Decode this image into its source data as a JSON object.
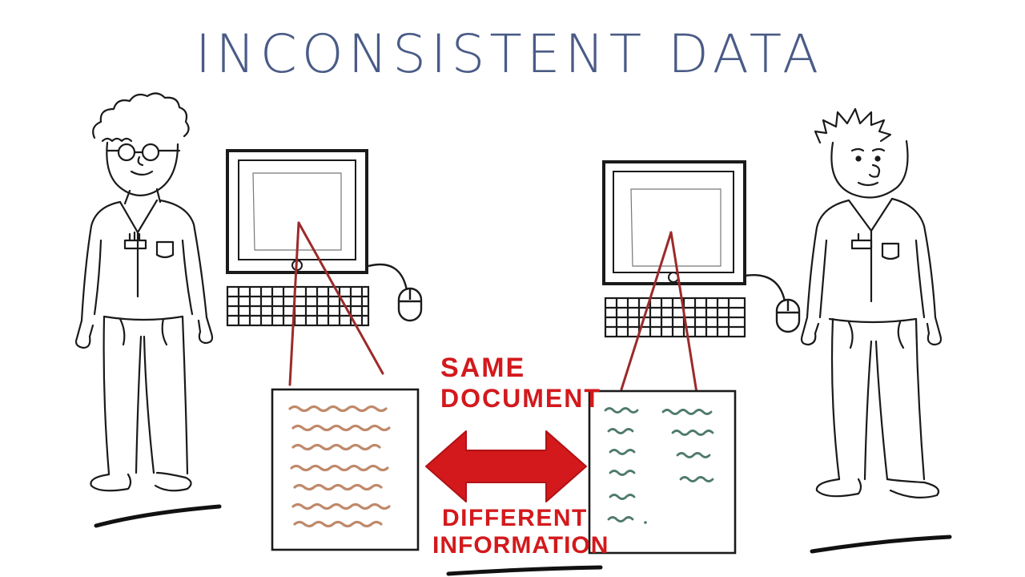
{
  "title": "INCONSISTENT DATA",
  "labels": {
    "top": "SAME DOCUMENT",
    "top_line1": "SAME",
    "top_line2": "DOCUMENT",
    "bottom_line1": "DIFFERENT",
    "bottom_line2": "INFORMATION"
  },
  "colors": {
    "title": "#4a5b86",
    "ink": "#1a1a1a",
    "accent_red": "#d3191c",
    "link_line": "#9c2a2a",
    "left_scribble": "#c0896a",
    "right_scribble": "#4f7a6a"
  },
  "icons": [
    "worker-left",
    "worker-right",
    "monitor-left",
    "monitor-right",
    "keyboard-left",
    "keyboard-right",
    "mouse-left",
    "mouse-right",
    "double-arrow-icon"
  ]
}
